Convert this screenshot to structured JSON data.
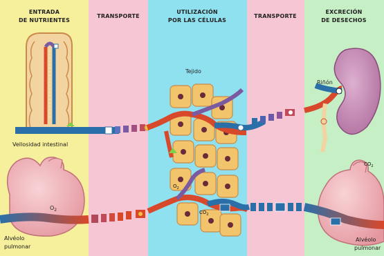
{
  "columns": {
    "entrada": {
      "title_line1": "ENTRADA",
      "title_line2": "DE NUTRIENTES",
      "color": "#f6ef9c"
    },
    "transporte_left": {
      "title": "TRANSPORTE",
      "color": "#f7c6d4"
    },
    "utilizacion": {
      "title_line1": "UTILIZACIÓN",
      "title_line2": "POR LAS CÉLULAS",
      "color": "#8fe1ef"
    },
    "transporte_right": {
      "title": "TRANSPORTE",
      "color": "#f7c6d4"
    },
    "excrecion": {
      "title_line1": "EXCRECIÓN",
      "title_line2": "DE DESECHOS",
      "color": "#c7efc6"
    }
  },
  "labels": {
    "villus": "Vellosidad intestinal",
    "tissue": "Tejido",
    "kidney": "Riñón",
    "alveolus_left_1": "Alvéolo",
    "alveolus_left_2": "pulmonar",
    "alveolus_right_1": "Alvéolo",
    "alveolus_right_2": "pulmonar",
    "o2_left": "O",
    "o2_left_sub": "2",
    "o2_cell": "O",
    "o2_cell_sub": "2",
    "co2_cell": "CO",
    "co2_cell_sub": "2",
    "co2_right": "CO",
    "co2_right_sub": "2"
  },
  "colors": {
    "artery": "#d8482a",
    "vein": "#2b6fa8",
    "mixed": "#7a5aa0",
    "cell_fill": "#f2c46c",
    "nucleus": "#6b2a3a",
    "alveolus": "#f1b3b8",
    "kidney": "#c98fb8"
  }
}
